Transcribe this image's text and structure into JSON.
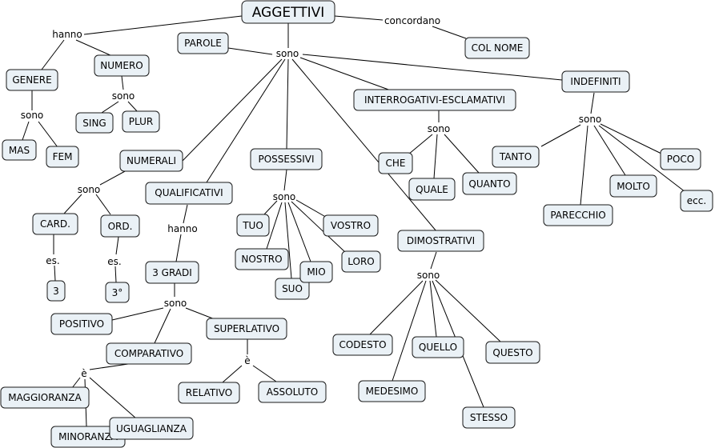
{
  "concepts": {
    "aggettivi": "AGGETTIVI",
    "parole": "PAROLE",
    "col_nome": "COL NOME",
    "genere": "GENERE",
    "numero": "NUMERO",
    "mas": "MAS",
    "fem": "FEM",
    "sing": "SING",
    "plur": "PLUR",
    "numerali": "NUMERALI",
    "qualificativi": "QUALIFICATIVI",
    "possessivi": "POSSESSIVI",
    "interrogativi": "INTERROGATIVI-ESCLAMATIVI",
    "indefiniti": "INDEFINITI",
    "card": "CARD.",
    "ord": "ORD.",
    "tre": "3",
    "terzo": "3°",
    "tre_gradi": "3 GRADI",
    "positivo": "POSITIVO",
    "comparativo": "COMPARATIVO",
    "superlativo": "SUPERLATIVO",
    "maggioranza": "MAGGIORANZA",
    "minoranza": "MINORANZA",
    "uguaglianza": "UGUAGLIANZA",
    "relativo": "RELATIVO",
    "assoluto": "ASSOLUTO",
    "tuo": "TUO",
    "nostro": "NOSTRO",
    "suo": "SUO",
    "mio": "MIO",
    "vostro": "VOSTRO",
    "loro": "LORO",
    "che": "CHE",
    "quale": "QUALE",
    "quanto": "QUANTO",
    "dimostrativi": "DIMOSTRATIVI",
    "codesto": "CODESTO",
    "medesimo": "MEDESIMO",
    "quello": "QUELLO",
    "stesso": "STESSO",
    "questo": "QUESTO",
    "tanto": "TANTO",
    "parecchio": "PARECCHIO",
    "molto": "MOLTO",
    "poco": "POCO",
    "ecc": "ecc."
  },
  "links": {
    "hanno_root": "hanno",
    "concordano": "concordano",
    "sono_main": "sono",
    "sono_genere": "sono",
    "sono_numero": "sono",
    "sono_numerali": "sono",
    "es_card": "es.",
    "es_ord": "es.",
    "hanno_qual": "hanno",
    "sono_gradi": "sono",
    "e_comp": "è",
    "e_super": "è",
    "sono_poss": "sono",
    "sono_interr": "sono",
    "sono_dimos": "sono",
    "sono_indef": "sono"
  }
}
